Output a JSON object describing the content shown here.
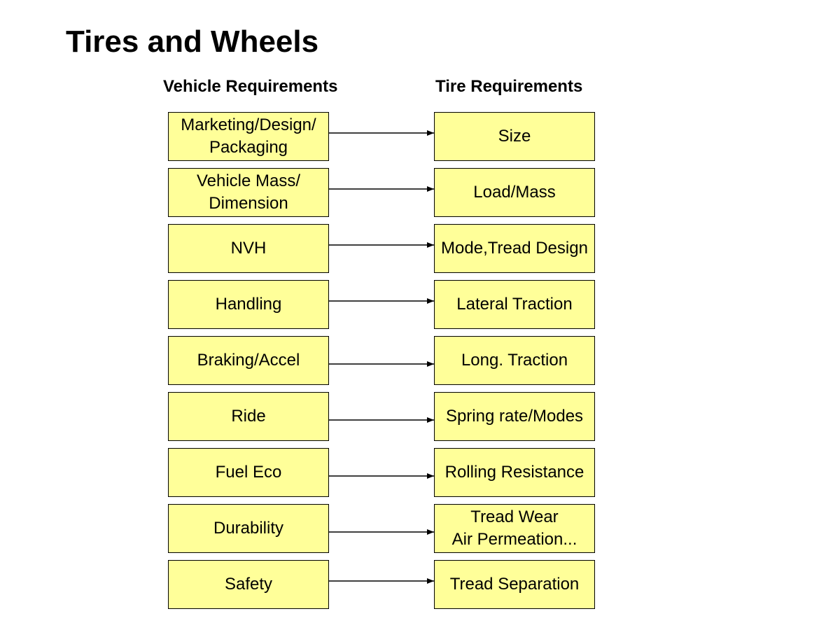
{
  "title": "Tires and Wheels",
  "headers": {
    "vehicle": "Vehicle Requirements",
    "tire": "Tire Requirements"
  },
  "rows": [
    {
      "vehicle": "Marketing/Design/\nPackaging",
      "tire": "Size"
    },
    {
      "vehicle": "Vehicle Mass/\nDimension",
      "tire": "Load/Mass"
    },
    {
      "vehicle": "NVH",
      "tire": "Mode,Tread Design"
    },
    {
      "vehicle": "Handling",
      "tire": "Lateral Traction"
    },
    {
      "vehicle": "Braking/Accel",
      "tire": "Long. Traction"
    },
    {
      "vehicle": "Ride",
      "tire": "Spring rate/Modes"
    },
    {
      "vehicle": "Fuel Eco",
      "tire": "Rolling Resistance"
    },
    {
      "vehicle": "Durability",
      "tire": "Tread Wear\nAir Permeation..."
    },
    {
      "vehicle": "Safety",
      "tire": "Tread Separation"
    }
  ],
  "colors": {
    "box_fill": "#ffff99",
    "border": "#000000",
    "arrow": "#000000"
  }
}
